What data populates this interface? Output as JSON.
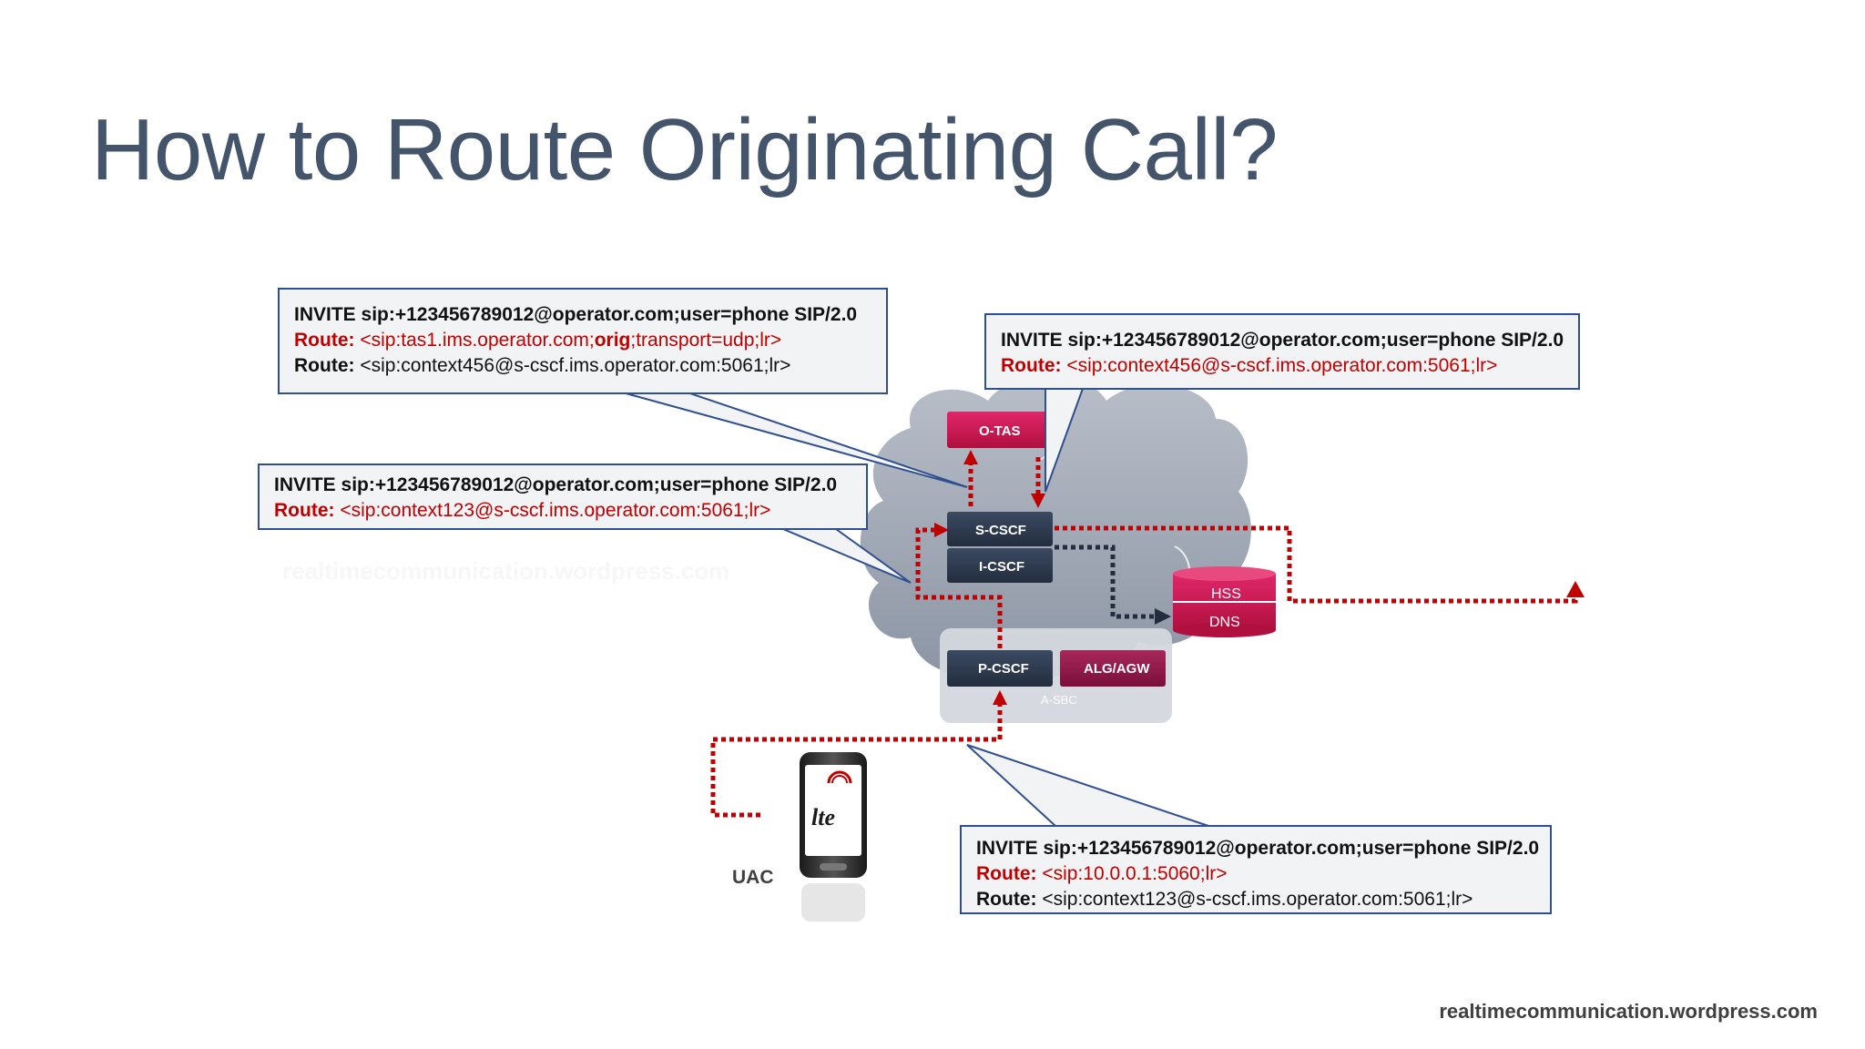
{
  "slide": {
    "title": "How to Route Originating Call?",
    "footer": "realtimecommunication.wordpress.com",
    "watermark": "realtimecommunication.wordpress.com"
  },
  "nodes": {
    "otas": "O-TAS",
    "scscf": "S-CSCF",
    "icscf": "I-CSCF",
    "pcscf": "P-CSCF",
    "alg": "ALG/AGW",
    "asbc": "A-SBC",
    "hss": "HSS",
    "dns": "DNS",
    "uac": "UAC",
    "phone_logo": "lte"
  },
  "callouts": {
    "top_left": {
      "line1": "INVITE sip:+123456789012@operator.com;user=phone SIP/2.0",
      "line2_label": "Route:",
      "line2_a": "<sip:tas1.ims.operator.com;",
      "line2_b": "orig",
      "line2_c": ";transport=udp;lr>",
      "line3_label": "Route:",
      "line3_value": "<sip:context456@s-cscf.ims.operator.com:5061;lr>"
    },
    "top_right": {
      "line1": "INVITE sip:+123456789012@operator.com;user=phone SIP/2.0",
      "line2_label": "Route:",
      "line2_value": "<sip:context456@s-cscf.ims.operator.com:5061;lr>"
    },
    "middle_left": {
      "line1": "INVITE sip:+123456789012@operator.com;user=phone SIP/2.0",
      "line2_label": "Route:",
      "line2_value": "<sip:context123@s-cscf.ims.operator.com:5061;lr>"
    },
    "bottom": {
      "line1": "INVITE sip:+123456789012@operator.com;user=phone SIP/2.0",
      "line2_label": "Route:",
      "line2_value": "<sip:10.0.0.1:5060;lr>",
      "line3_label": "Route:",
      "line3_value": "<sip:context123@s-cscf.ims.operator.com:5061;lr>"
    }
  },
  "colors": {
    "title": "#44546a",
    "callout_border": "#2f4f8f",
    "route_red": "#c00000",
    "node_dark": "#2d3a4f",
    "node_magenta": "#c8174f",
    "cloud": "#9aa2b0"
  }
}
